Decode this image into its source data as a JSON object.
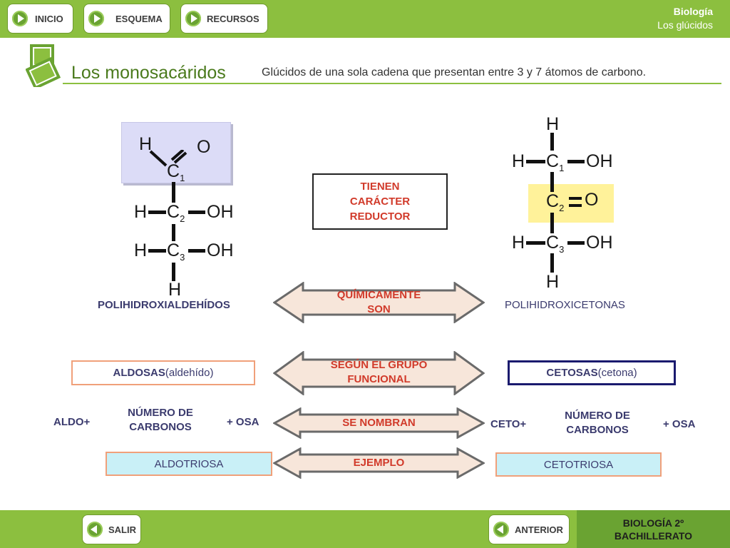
{
  "nav": {
    "inicio": "INICIO",
    "esquema": "ESQUEMA",
    "recursos": "RECURSOS"
  },
  "header": {
    "subject": "Biología",
    "topic": "Los glúcidos"
  },
  "title": "Los monosacáridos",
  "subtitle": "Glúcidos de una sola cadena que presentan entre 3 y 7 átomos de carbono.",
  "aldose_formula": {
    "h_top": "H",
    "o_top": "O",
    "c1": "C",
    "c1_sub": "1",
    "h2": "H",
    "c2": "C",
    "c2_sub": "2",
    "oh2": "OH",
    "h3": "H",
    "c3": "C",
    "c3_sub": "3",
    "oh3": "OH",
    "h_bottom": "H"
  },
  "ketose_formula": {
    "h_top": "H",
    "h1": "H",
    "c1": "C",
    "c1_sub": "1",
    "oh1": "OH",
    "c2": "C",
    "c2_sub": "2",
    "o2": "O",
    "h3": "H",
    "c3": "C",
    "c3_sub": "3",
    "oh3": "OH",
    "h_bottom": "H"
  },
  "reductor_box": [
    "TIENEN",
    "CARÁCTER",
    "REDUCTOR"
  ],
  "rows": {
    "quimicamente": {
      "left": "POLIHIDROXIALDEHÍDOS",
      "arrow": [
        "QUÍMICAMENTE",
        "SON"
      ],
      "right": "POLIHIDROXICETONAS"
    },
    "grupo": {
      "left_bold": "ALDOSAS",
      "left_rest": " (aldehído)",
      "arrow": [
        "SEGÚN EL GRUPO",
        "FUNCIONAL"
      ],
      "right_bold": "CETOSAS",
      "right_rest": " (cetona)"
    },
    "nombran": {
      "left_prefix": "ALDO+",
      "left_middle": [
        "NÚMERO DE",
        "CARBONOS"
      ],
      "left_suffix": "+ OSA",
      "arrow": "SE NOMBRAN",
      "right_prefix": "CETO+",
      "right_middle": [
        "NÚMERO DE",
        "CARBONOS"
      ],
      "right_suffix": "+ OSA"
    },
    "ejemplo": {
      "left": "ALDOTRIOSA",
      "arrow": "EJEMPLO",
      "right": "CETOTRIOSA"
    }
  },
  "footer": {
    "salir": "SALIR",
    "anterior": "ANTERIOR",
    "course": [
      "BIOLOGÍA 2º",
      "BACHILLERATO"
    ]
  },
  "colors": {
    "bar_green": "#8cbf3f",
    "dark_green": "#6aa332",
    "arrow_fill": "#f7e6da",
    "arrow_text": "#d13a2a",
    "aldosa_border": "#f0a07a",
    "cetosa_border": "#1a1a6e",
    "example_fill": "#c9f0f7",
    "example_border": "#f0a07a"
  }
}
